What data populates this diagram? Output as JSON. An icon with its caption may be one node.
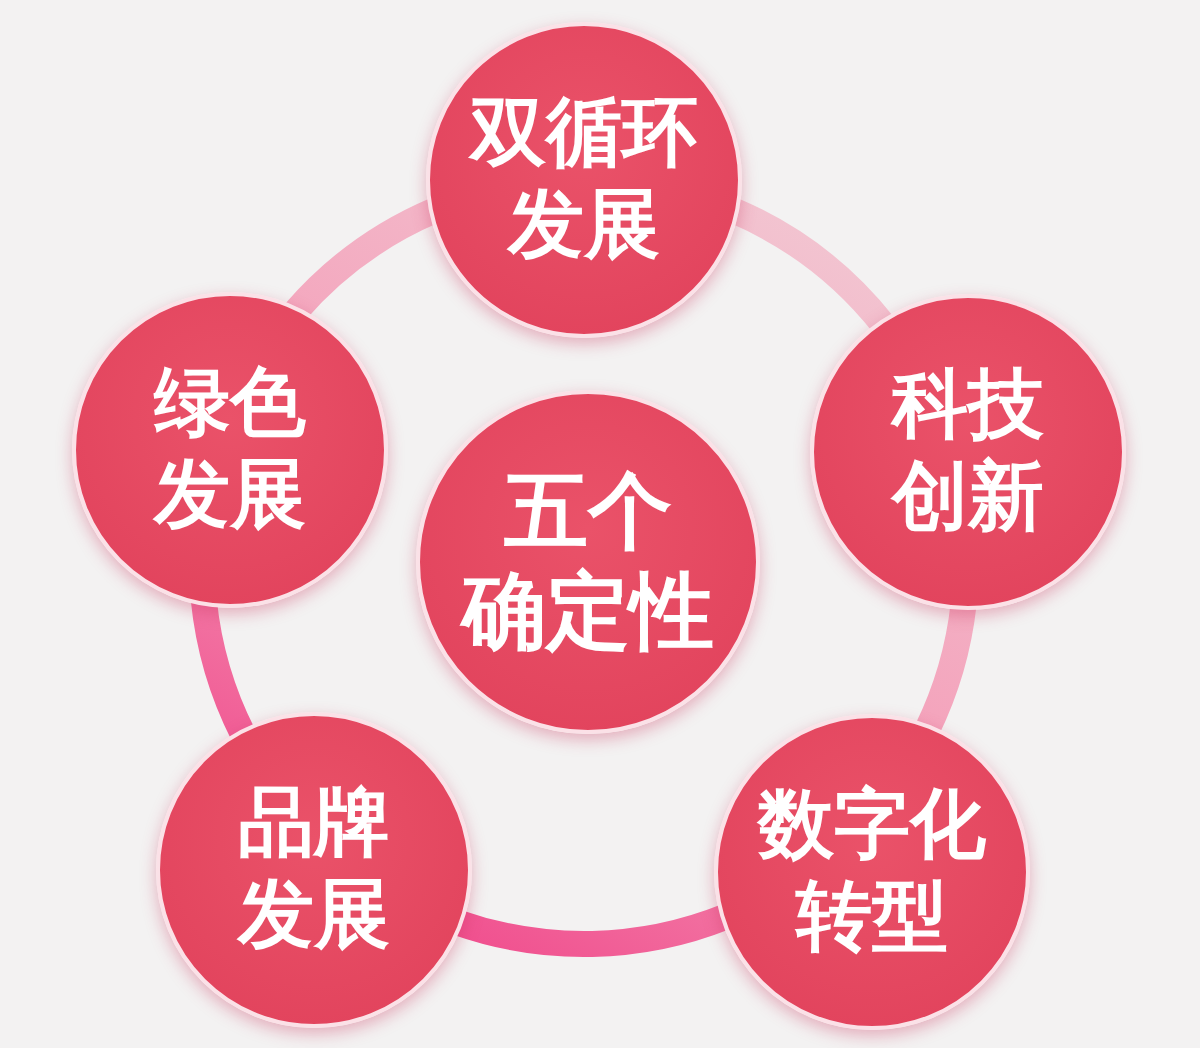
{
  "diagram": {
    "nodes": [
      {
        "text": [
          "双循环发展"
        ]
      },
      {
        "text": [
          "绿色发展"
        ]
      },
      {
        "text": [
          "科技创新"
        ]
      },
      {
        "text": [
          "五个确定性"
        ]
      },
      {
        "text": [
          "品牌发展"
        ]
      },
      {
        "text": [
          "数字化转型"
        ]
      }
    ],
    "edges": [
      {
        "from": 0,
        "to": 2,
        "arrow": "none"
      },
      {
        "from": 2,
        "to": 5,
        "arrow": "none"
      },
      {
        "from": 5,
        "to": 4,
        "arrow": "none"
      },
      {
        "from": 4,
        "to": 1,
        "arrow": "none"
      },
      {
        "from": 1,
        "to": 0,
        "arrow": "none"
      }
    ]
  }
}
